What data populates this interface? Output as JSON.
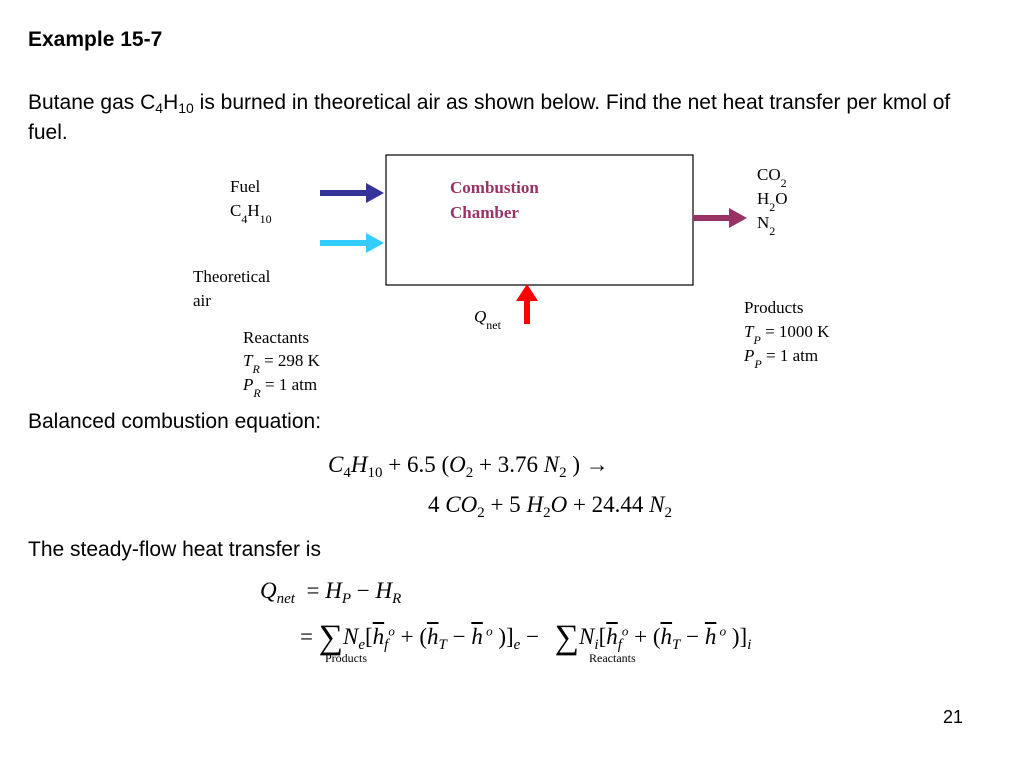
{
  "title": "Example 15-7",
  "problem": {
    "part1": "Butane gas C",
    "sub1": "4",
    "part2": "H",
    "sub2": "10",
    "part3": " is burned in theoretical air as shown below.  Find the net heat transfer per kmol of fuel."
  },
  "diagram": {
    "fuel_label": "Fuel",
    "fuel_formula": [
      "C",
      "4",
      "H",
      "10"
    ],
    "air_label_line1": "Theoretical",
    "air_label_line2": "air",
    "chamber_line1": "Combustion",
    "chamber_line2": "Chamber",
    "q_label": "Q",
    "q_sub": "net",
    "products_species": [
      [
        "CO",
        "2"
      ],
      [
        "H",
        "2",
        "O"
      ],
      [
        "N",
        "2"
      ]
    ],
    "reactants_title": "Reactants",
    "reactants_T": [
      "T",
      "R",
      " = 298 K"
    ],
    "reactants_P": [
      "P",
      "R",
      " = 1 atm"
    ],
    "products_title": "Products",
    "products_T": [
      "T",
      "P",
      " = 1000 K"
    ],
    "products_P": [
      "P",
      "P",
      " = 1 atm"
    ],
    "colors": {
      "fuel_arrow": "#333399",
      "air_arrow": "#33ccff",
      "heat_arrow": "#ff0000",
      "products_arrow": "#993366",
      "chamber_text": "#993366"
    }
  },
  "balanced_heading": "Balanced combustion equation:",
  "equation": {
    "line1": "C4H10 + 6.5 (O2 + 3.76 N2) →",
    "line2": "4 CO2 + 5 H2O + 24.44 N2"
  },
  "heat_heading": "The steady-flow heat transfer is",
  "q_equation": {
    "line1": "Qnet = HP − HR",
    "sum_label_products": "Products",
    "sum_label_reactants": "Reactants"
  },
  "page_number": "21"
}
